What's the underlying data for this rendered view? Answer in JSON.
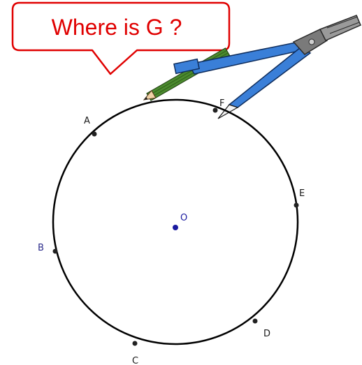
{
  "callout": {
    "text": "Where is G ?",
    "border_color": "#e00000",
    "text_color": "#e00000"
  },
  "tools": {
    "compass_icon": "compass-icon",
    "pencil_icon": "pencil-icon"
  },
  "diagram": {
    "center": {
      "label": "O",
      "color": "#1a1aa0"
    },
    "points": [
      {
        "key": "A",
        "label": "A"
      },
      {
        "key": "B",
        "label": "B"
      },
      {
        "key": "C",
        "label": "C"
      },
      {
        "key": "D",
        "label": "D"
      },
      {
        "key": "E",
        "label": "E"
      },
      {
        "key": "F",
        "label": "F"
      }
    ],
    "circle_color": "#000000",
    "label_color": "#1a1a1a",
    "label_color_alt": "#2a2a8a"
  }
}
